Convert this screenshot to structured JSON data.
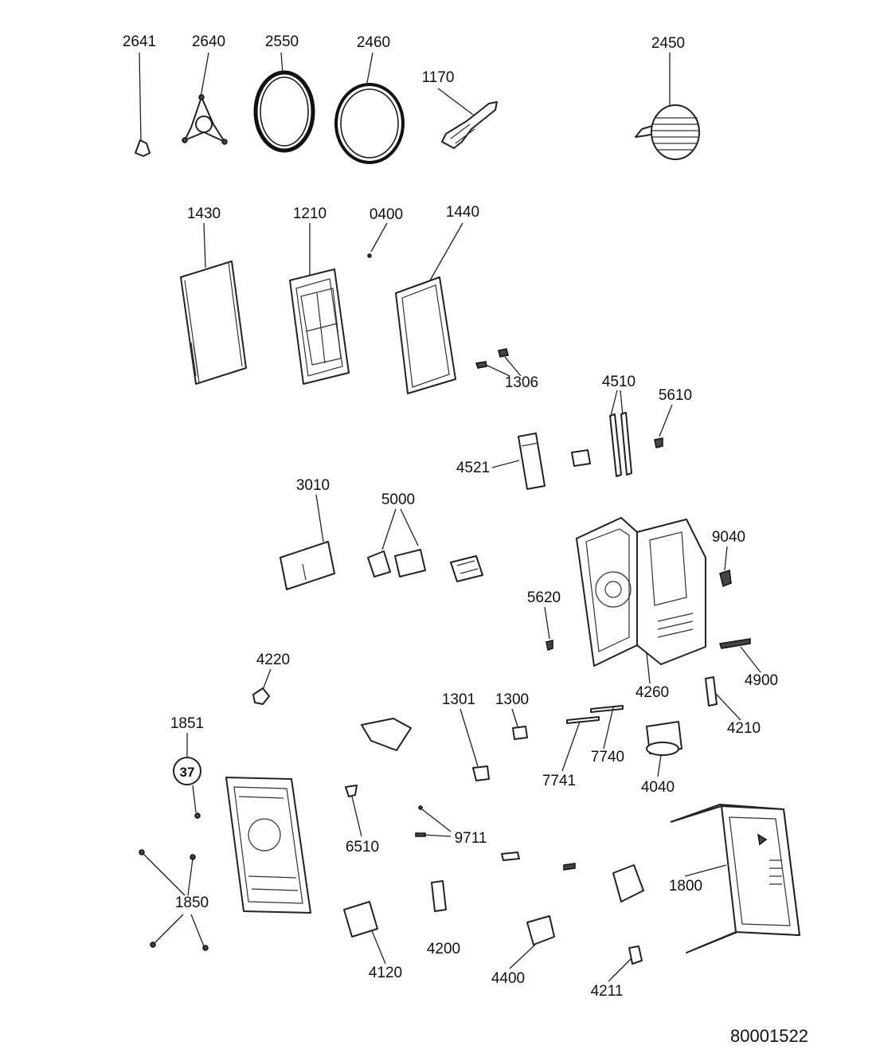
{
  "document_number": "80001522",
  "badge_1851": "37",
  "labels": {
    "l2641": "2641",
    "l2640": "2640",
    "l2550": "2550",
    "l2460": "2460",
    "l1170": "1170",
    "l2450": "2450",
    "l1430": "1430",
    "l1210": "1210",
    "l0400": "0400",
    "l1440": "1440",
    "l1306": "1306",
    "l4510": "4510",
    "l5610": "5610",
    "l4521": "4521",
    "l3010": "3010",
    "l5000": "5000",
    "l9040": "9040",
    "l5620": "5620",
    "l4220": "4220",
    "l4260": "4260",
    "l4900": "4900",
    "l1301": "1301",
    "l1300": "1300",
    "l4210": "4210",
    "l1851": "1851",
    "l7740": "7740",
    "l7741": "7741",
    "l4040": "4040",
    "l6510": "6510",
    "l9711": "9711",
    "l1800": "1800",
    "l1850": "1850",
    "l4200": "4200",
    "l4120": "4120",
    "l4400": "4400",
    "l4211": "4211"
  }
}
